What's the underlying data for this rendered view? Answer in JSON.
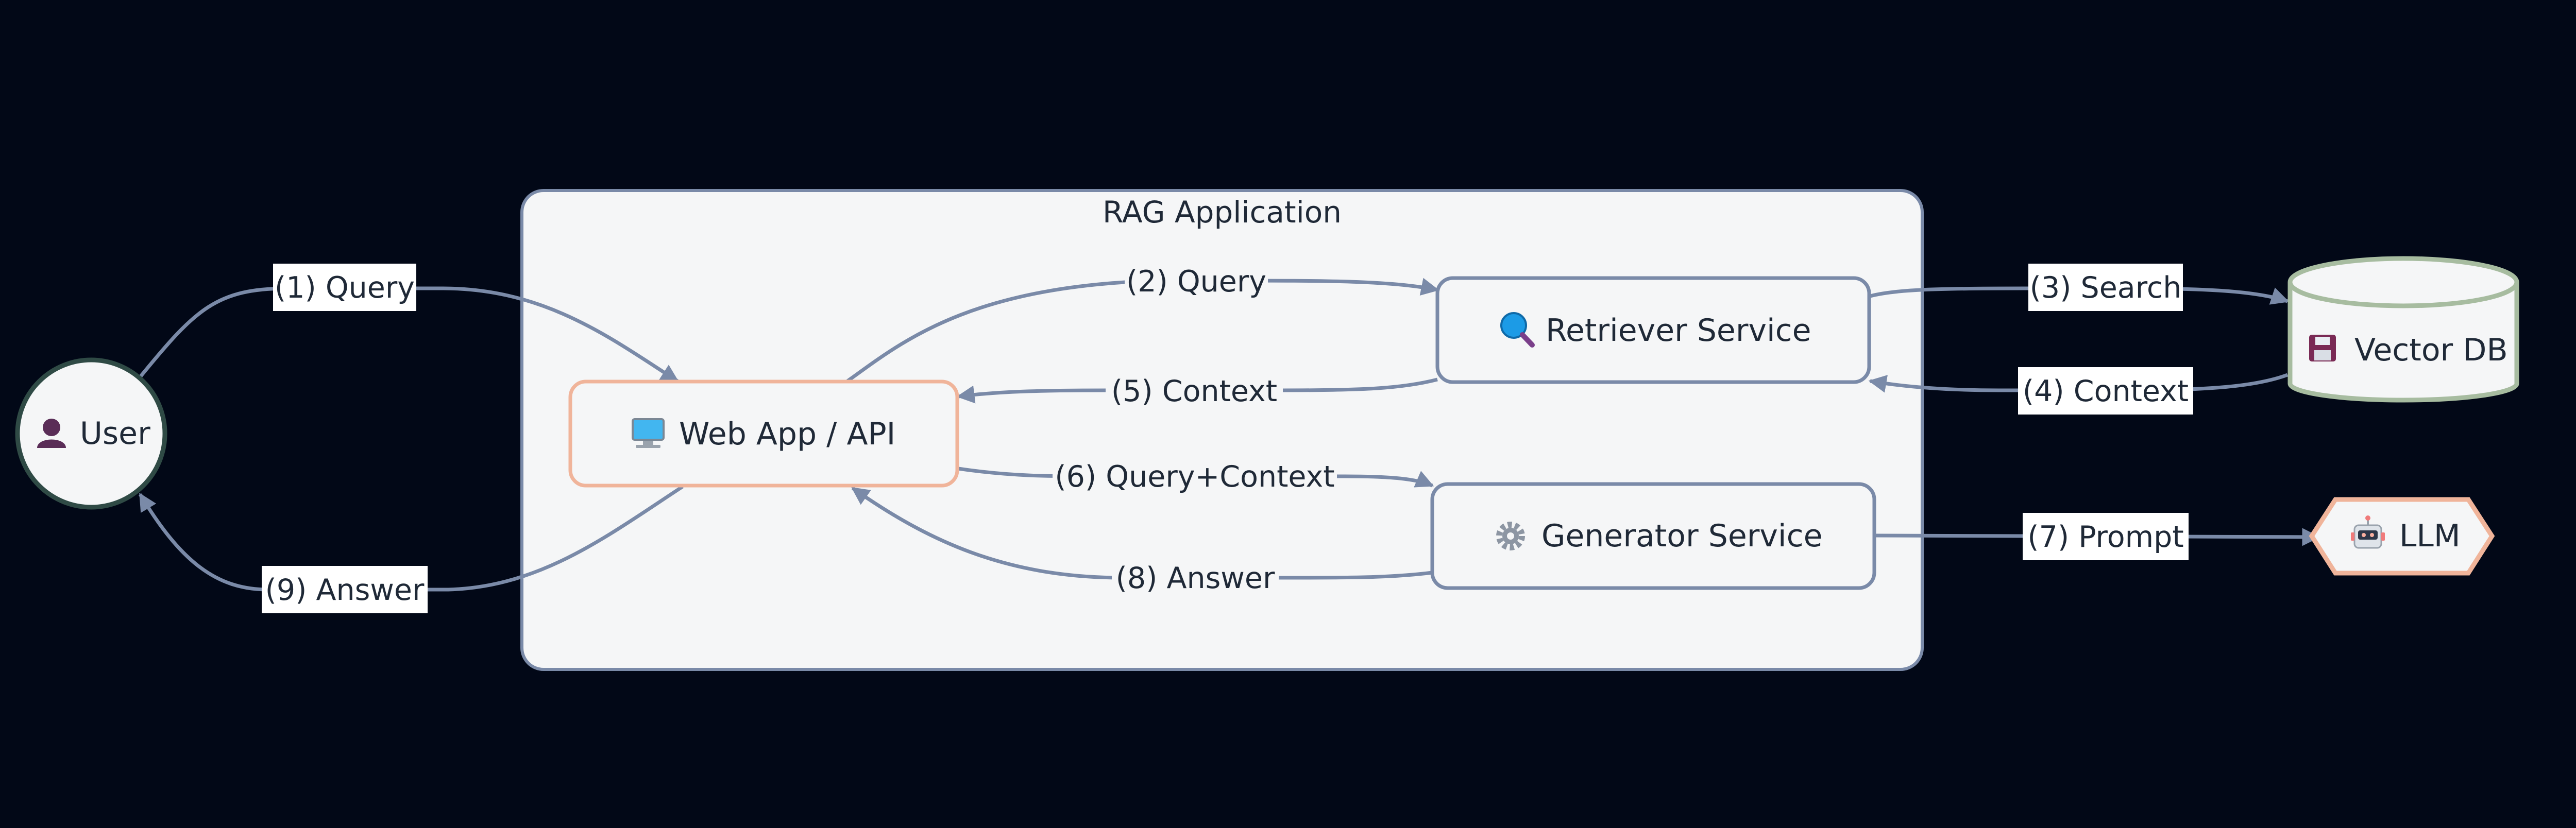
{
  "group": {
    "title": "RAG Application"
  },
  "nodes": {
    "user": {
      "label": "User",
      "icon": "user-icon"
    },
    "webapp": {
      "label": "Web App / API",
      "icon": "monitor-icon"
    },
    "retriever": {
      "label": "Retriever Service",
      "icon": "magnifier-icon"
    },
    "generator": {
      "label": "Generator Service",
      "icon": "gear-icon"
    },
    "vectordb": {
      "label": "Vector DB",
      "icon": "floppy-disk-icon"
    },
    "llm": {
      "label": "LLM",
      "icon": "robot-icon"
    }
  },
  "edges": {
    "e1": "(1) Query",
    "e2": "(2) Query",
    "e3": "(3) Search",
    "e4": "(4) Context",
    "e5": "(5) Context",
    "e6": "(6) Query+Context",
    "e7": "(7) Prompt",
    "e8": "(8) Answer",
    "e9": "(9) Answer"
  },
  "colors": {
    "background": "#020817",
    "node_fill": "#f5f6f7",
    "edge": "#7a8aa8",
    "webapp_border": "#f0b49a",
    "vectordb_border": "#a7bca0",
    "llm_border": "#f0b49a",
    "user_border": "#2f4a45"
  }
}
